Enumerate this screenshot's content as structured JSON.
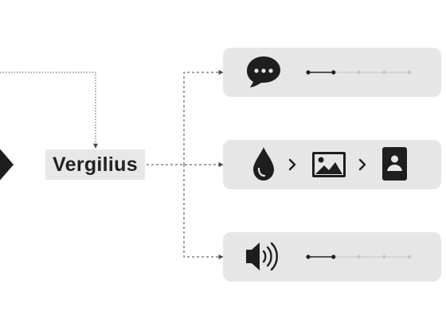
{
  "agent": {
    "label": "Vergilius"
  },
  "panels": [
    {
      "id": "text",
      "icons": [
        "speech-bubble-icon"
      ],
      "progress": {
        "steps": 5,
        "active": 2
      }
    },
    {
      "id": "image",
      "icons": [
        "drop-icon",
        "chevron-right-icon",
        "image-icon",
        "chevron-right-icon",
        "portrait-icon"
      ]
    },
    {
      "id": "audio",
      "icons": [
        "speaker-icon"
      ],
      "progress": {
        "steps": 5,
        "active": 2
      }
    }
  ],
  "colors": {
    "panel_bg": "#e6e6e6",
    "label_bg": "#e8e8e8",
    "icon": "#1e1e1e",
    "track_active": "#222222",
    "track_inactive": "#c4c4c4",
    "connector": "#444444"
  }
}
